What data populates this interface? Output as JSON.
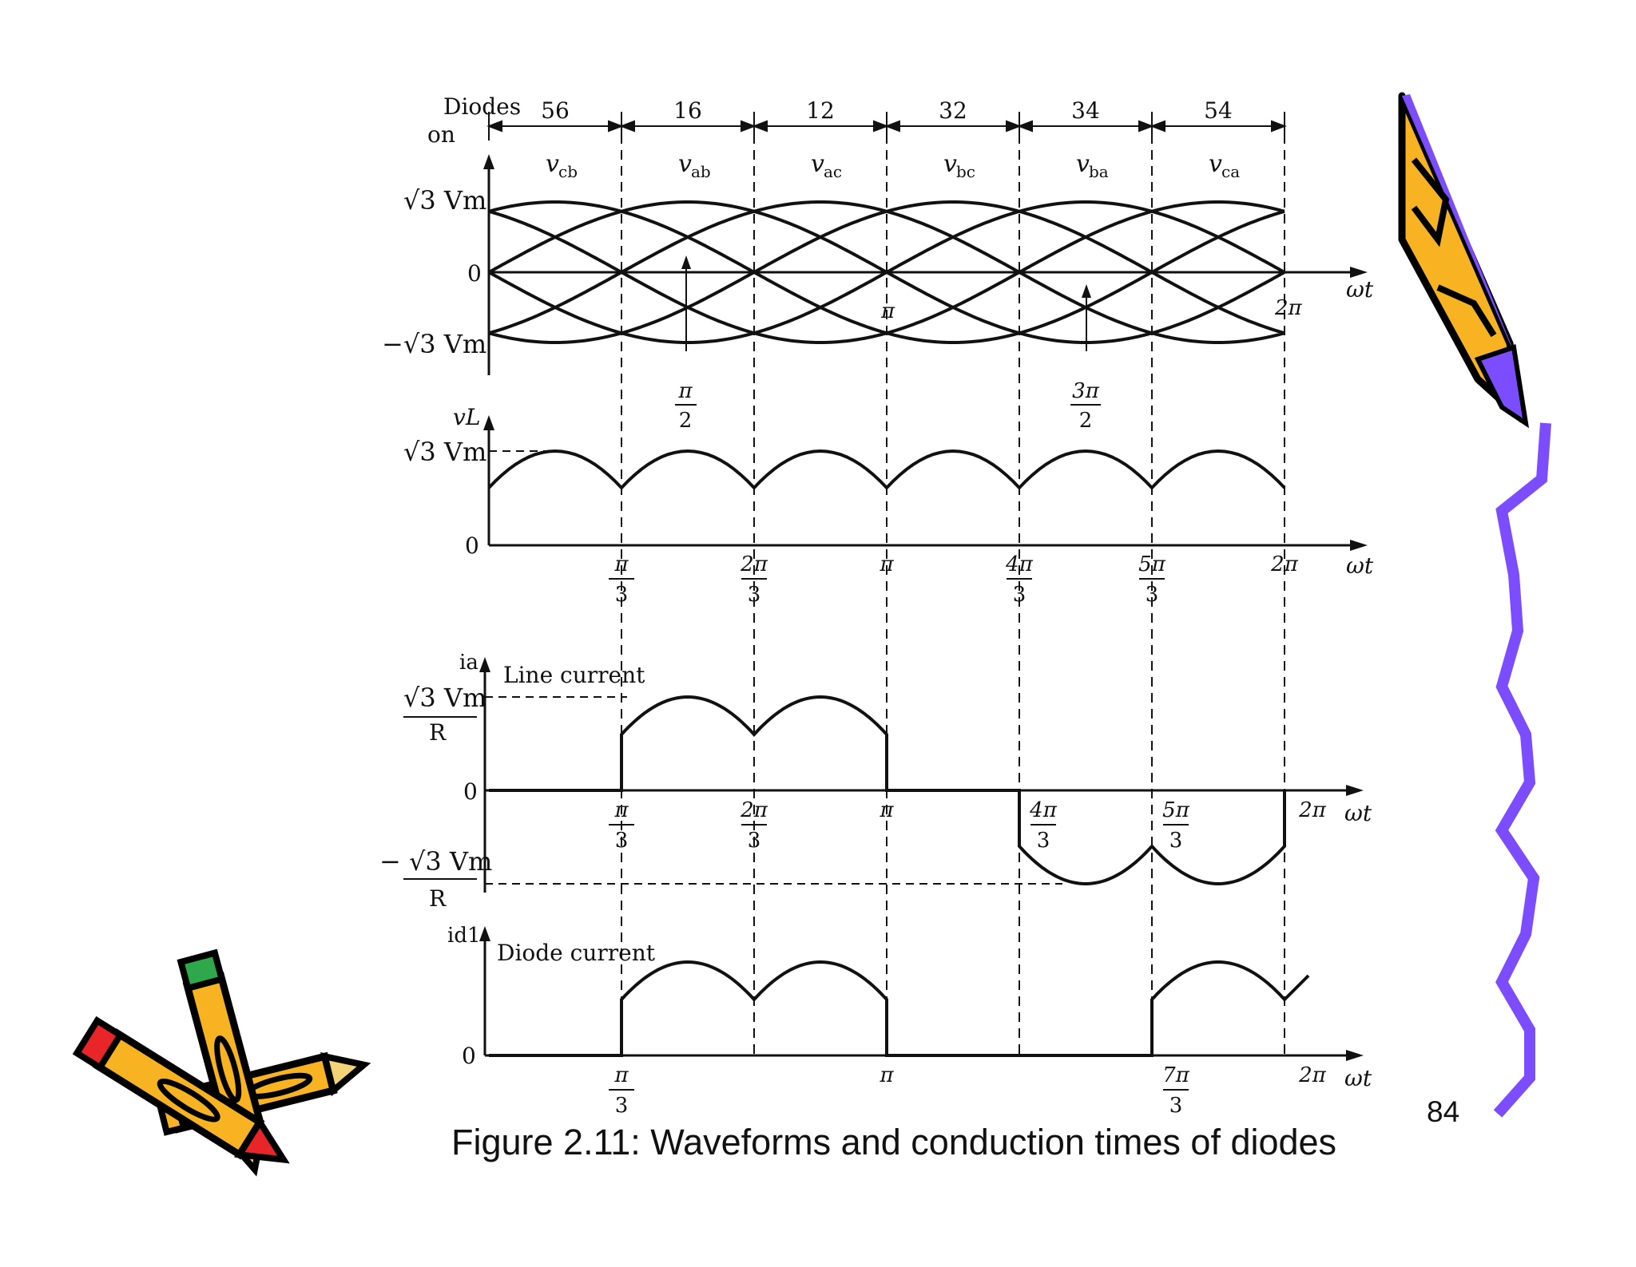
{
  "caption": "Figure 2.11: Waveforms and conduction times of diodes",
  "page_number": "84",
  "diodes_header": {
    "line1": "Diodes",
    "line2": "on"
  },
  "diode_pairs": [
    "56",
    "16",
    "12",
    "32",
    "34",
    "54"
  ],
  "line_voltages": [
    "v",
    "v",
    "v",
    "v",
    "v",
    "v"
  ],
  "line_voltage_subs": [
    "cb",
    "ab",
    "ac",
    "bc",
    "ba",
    "ca"
  ],
  "panel1": {
    "y_top": "√3 Vm",
    "y_zero": "0",
    "y_bottom": "−√3 Vm",
    "pi_label": "π",
    "two_pi_label": "2π",
    "axis": "ωt",
    "pi_half": {
      "num": "π",
      "den": "2"
    },
    "three_pi_half": {
      "num": "3π",
      "den": "2"
    }
  },
  "panel2": {
    "y_label": "vL",
    "y_top": "√3 Vm",
    "y_zero": "0",
    "ticks": [
      {
        "num": "π",
        "den": "3"
      },
      {
        "num": "2π",
        "den": "3"
      },
      {
        "num": "π",
        "den": ""
      },
      {
        "num": "4π",
        "den": "3"
      },
      {
        "num": "5π",
        "den": "3"
      },
      {
        "num": "2π",
        "den": ""
      }
    ],
    "axis": "ωt"
  },
  "panel3": {
    "y_label": "ia",
    "title": "Line current",
    "y_top_num": "√3 Vm",
    "y_top_den": "R",
    "y_zero": "0",
    "y_bottom_num": "− √3 Vm",
    "y_bottom_den": "R",
    "ticks": [
      {
        "num": "π",
        "den": "3"
      },
      {
        "num": "2π",
        "den": "3"
      },
      {
        "num": "π",
        "den": ""
      },
      {
        "num": "4π",
        "den": "3"
      },
      {
        "num": "5π",
        "den": "3"
      },
      {
        "num": "2π",
        "den": ""
      }
    ],
    "axis": "ωt"
  },
  "panel4": {
    "y_label": "id1",
    "title": "Diode current",
    "y_zero": "0",
    "ticks": [
      {
        "num": "π",
        "den": "3"
      },
      {
        "num": "π",
        "den": ""
      },
      {
        "num": "7π",
        "den": "3"
      },
      {
        "num": "2π",
        "den": ""
      }
    ],
    "axis": "ωt"
  },
  "colors": {
    "pencil_yellow": "#f7b321",
    "squiggle_purple": "#7b4dff",
    "ink": "#111111"
  }
}
